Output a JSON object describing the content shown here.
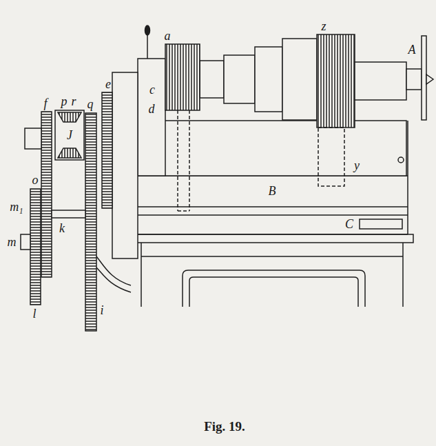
{
  "diagram": {
    "caption": "Fig. 19.",
    "labels": [
      "a",
      "z",
      "A",
      "c",
      "d",
      "e",
      "f",
      "p",
      "r",
      "q",
      "J",
      "o",
      "m₁",
      "k",
      "m",
      "l",
      "i",
      "B",
      "y",
      "C"
    ]
  }
}
